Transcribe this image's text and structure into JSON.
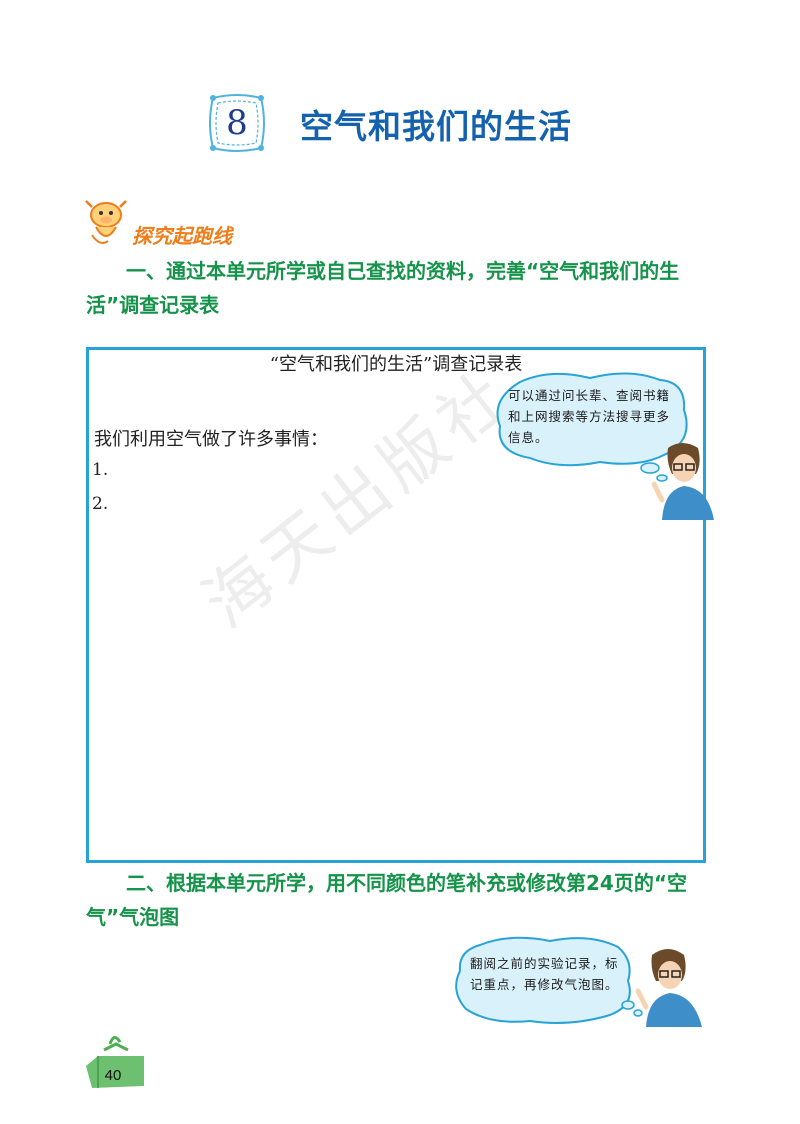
{
  "header": {
    "chapter_number": "8",
    "title": "空气和我们的生活"
  },
  "section": {
    "title": "探究起跑线"
  },
  "question1": {
    "text": "一、通过本单元所学或自己查找的资料，完善“空气和我们的生活”调查记录表"
  },
  "record_table": {
    "title": "“空气和我们的生活”调查记录表",
    "prompt": "我们利用空气做了许多事情：",
    "items": [
      "1.",
      "2."
    ]
  },
  "tip1": {
    "text": "可以通过问长辈、查阅书籍和上网搜索等方法搜寻更多信息。"
  },
  "question2": {
    "text": "二、根据本单元所学，用不同颜色的笔补充或修改第24页的“空气”气泡图"
  },
  "tip2": {
    "text": "翻阅之前的实验记录，标记重点，再修改气泡图。"
  },
  "watermark": "海天出版社",
  "footer": {
    "page_number": "40"
  },
  "colors": {
    "title_blue": "#1462ae",
    "question_green": "#16934a",
    "frame_blue": "#27a3d6",
    "section_orange": "#ef7d1a",
    "page_badge_green": "#6cc070"
  }
}
